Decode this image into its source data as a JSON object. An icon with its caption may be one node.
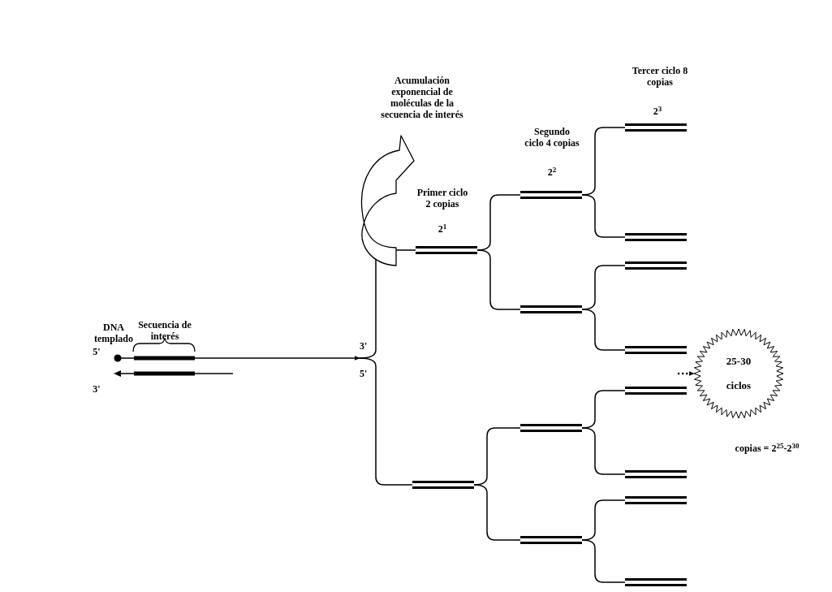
{
  "diagram": {
    "nodes": [
      {
        "text": [],
        "shape": "bar"
      },
      {
        "text": [],
        "shape": "bar"
      },
      {
        "text": [],
        "shape": "bar"
      },
      {
        "text": [],
        "shape": "bar"
      },
      {
        "text": [],
        "shape": "bar"
      },
      {
        "text": [],
        "shape": "bar"
      },
      {
        "text": [],
        "shape": "bar"
      },
      {
        "text": [],
        "shape": "bar"
      },
      {
        "text": [],
        "shape": "bar"
      },
      {
        "text": [],
        "shape": "bar"
      },
      {
        "text": [],
        "shape": "bar"
      },
      {
        "text": [],
        "shape": "bar"
      },
      {
        "text": [],
        "shape": "bar"
      },
      {
        "text": [],
        "shape": "bar"
      },
      {
        "text": [],
        "shape": "bar"
      },
      {
        "text": [
          "25-30 ciclos"
        ]
      },
      {
        "text": [
          "3'",
          "5'"
        ]
      }
    ],
    "edges": [
      {
        "from": 0,
        "to": 16,
        "arrow": "to"
      },
      {
        "from": 16,
        "to": 1,
        "arrow": "none"
      },
      {
        "from": 16,
        "to": 2,
        "arrow": "none"
      },
      {
        "from": 1,
        "to": 3,
        "arrow": "none"
      },
      {
        "from": 1,
        "to": 4,
        "arrow": "none"
      },
      {
        "from": 2,
        "to": 5,
        "arrow": "none"
      },
      {
        "from": 2,
        "to": 6,
        "arrow": "none"
      },
      {
        "from": 3,
        "to": 7,
        "arrow": "none"
      },
      {
        "from": 3,
        "to": 8,
        "arrow": "none"
      },
      {
        "from": 4,
        "to": 9,
        "arrow": "none"
      },
      {
        "from": 4,
        "to": 10,
        "arrow": "none"
      },
      {
        "from": 5,
        "to": 11,
        "arrow": "none"
      },
      {
        "from": 5,
        "to": 12,
        "arrow": "none"
      },
      {
        "from": 6,
        "to": 13,
        "arrow": "none"
      },
      {
        "from": 6,
        "to": 14,
        "arrow": "none"
      },
      {
        "from": null,
        "to": 15,
        "arrow": "to",
        "style": "dashed"
      }
    ],
    "labels": [
      "DNA templado",
      "5'",
      "3'",
      "Secuencia de interés",
      "Acumulación exponencial de moléculas de la secuencia de interés",
      "Primer ciclo 2 copias",
      "2$^{1}$",
      "Segundo ciclo 4 copias",
      "2$^{2}$",
      "Tercer ciclo 8 copias",
      "2$^{3}$",
      "copias = 2$^{25}$-2$^{30}$"
    ]
  }
}
